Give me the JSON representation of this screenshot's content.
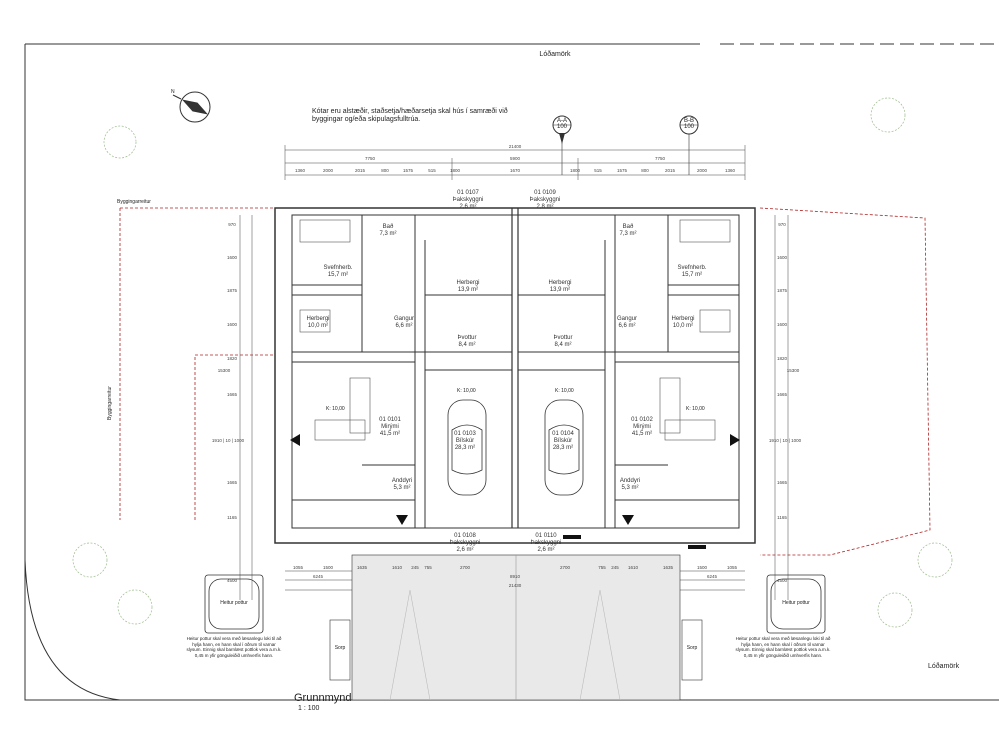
{
  "boundary_labels": {
    "top": "Lóðamörk",
    "bottom_right": "Lóðamörk"
  },
  "building_line_label_top": "Byggingarreitur",
  "building_line_label_left": "Byggingarreitur",
  "note_top": "Kótar eru alstæðir, staðsetja/hæðarsetja skal hús í samræði við byggingar og/eða skipulagsfulltrúa.",
  "sections": [
    {
      "label": "A-A",
      "num": "100"
    },
    {
      "label": "B-B",
      "num": "100"
    }
  ],
  "north_label": "N",
  "dims": {
    "total": "21400",
    "segments_row1": [
      "7750",
      "5900",
      "7750"
    ],
    "segments_row2": [
      "1360",
      "2000",
      "2015",
      "800",
      "1575",
      "515",
      "1800",
      "1670",
      "1800",
      "515",
      "1575",
      "800",
      "2015",
      "2000",
      "1360"
    ],
    "bottom_row1": [
      "1055",
      "1500",
      "1635",
      "1610",
      "245",
      "755",
      "2700",
      "2700",
      "755",
      "245",
      "1610",
      "1635",
      "1500",
      "1055"
    ],
    "bottom_row2": [
      "6245",
      "8910",
      "6245"
    ],
    "bottom_total": "21430",
    "left": [
      "970",
      "1600",
      "1875",
      "1600",
      "1820",
      "15300",
      "1665",
      "1910 | 10 | 1000",
      "1665",
      "1165",
      "4500"
    ],
    "right": [
      "970",
      "1600",
      "1875",
      "1600",
      "1820",
      "15300",
      "1665",
      "1910 | 10 | 1000",
      "1665",
      "1165",
      "4500"
    ]
  },
  "rooms": [
    {
      "id": "pk1",
      "lines": [
        "01 0107",
        "Þakskyggni",
        "2,6 m²"
      ]
    },
    {
      "id": "pk2",
      "lines": [
        "01 0109",
        "Þakskyggni",
        "2,8 m²"
      ]
    },
    {
      "id": "bad1",
      "lines": [
        "Bað",
        "7,3 m²"
      ]
    },
    {
      "id": "bad2",
      "lines": [
        "Bað",
        "7,3 m²"
      ]
    },
    {
      "id": "sv1",
      "lines": [
        "Svefnherb.",
        "15,7 m²"
      ]
    },
    {
      "id": "sv2",
      "lines": [
        "Svefnherb.",
        "15,7 m²"
      ]
    },
    {
      "id": "hb1",
      "lines": [
        "Herbergi",
        "13,9 m²"
      ]
    },
    {
      "id": "hb2",
      "lines": [
        "Herbergi",
        "13,9 m²"
      ]
    },
    {
      "id": "hb3",
      "lines": [
        "Herbergi",
        "10,0 m²"
      ]
    },
    {
      "id": "hb4",
      "lines": [
        "Herbergi",
        "10,0 m²"
      ]
    },
    {
      "id": "ga1",
      "lines": [
        "Gangur",
        "6,6 m²"
      ]
    },
    {
      "id": "ga2",
      "lines": [
        "Gangur",
        "6,6 m²"
      ]
    },
    {
      "id": "tv1",
      "lines": [
        "Þvottur",
        "8,4 m²"
      ]
    },
    {
      "id": "tv2",
      "lines": [
        "Þvottur",
        "8,4 m²"
      ]
    },
    {
      "id": "mr1",
      "lines": [
        "01 0101",
        "Mirými",
        "41,5 m²"
      ]
    },
    {
      "id": "mr2",
      "lines": [
        "01 0102",
        "Mirými",
        "41,5 m²"
      ]
    },
    {
      "id": "bs1",
      "lines": [
        "01 0103",
        "Bílskúr",
        "28,3 m²"
      ]
    },
    {
      "id": "bs2",
      "lines": [
        "01 0104",
        "Bílskúr",
        "28,3 m²"
      ]
    },
    {
      "id": "an1",
      "lines": [
        "Anddyri",
        "5,3 m²"
      ]
    },
    {
      "id": "an2",
      "lines": [
        "Anddyri",
        "5,3 m²"
      ]
    },
    {
      "id": "pk3",
      "lines": [
        "01 0108",
        "Þakskyggni",
        "2,6 m²"
      ]
    },
    {
      "id": "pk4",
      "lines": [
        "01 0110",
        "Þakskyggni",
        "2,6 m²"
      ]
    }
  ],
  "levels": [
    "K: 10,00",
    "K: 10,00",
    "K: 10,00",
    "K: 10,00"
  ],
  "hot_tub": [
    "Heitur pottur",
    "Heitur pottur"
  ],
  "sorp": [
    "Sorp",
    "Sorp"
  ],
  "hot_tub_note": "Heitur pottur skal vera með læsanlegu loki til að hylja hann, en hann skal í öðrum til varnar slysum. Einnig skal barnlæst pottlok vera a.m.k. 0,45 m yfir gönguleiðið umhverfis hann.",
  "drawing_title": "Grunnmynd",
  "drawing_scale": "1 : 100",
  "colors": {
    "line": "#333333",
    "boundary": "#b22222",
    "grid": "#dddddd",
    "paving": "#e9e9e9"
  }
}
